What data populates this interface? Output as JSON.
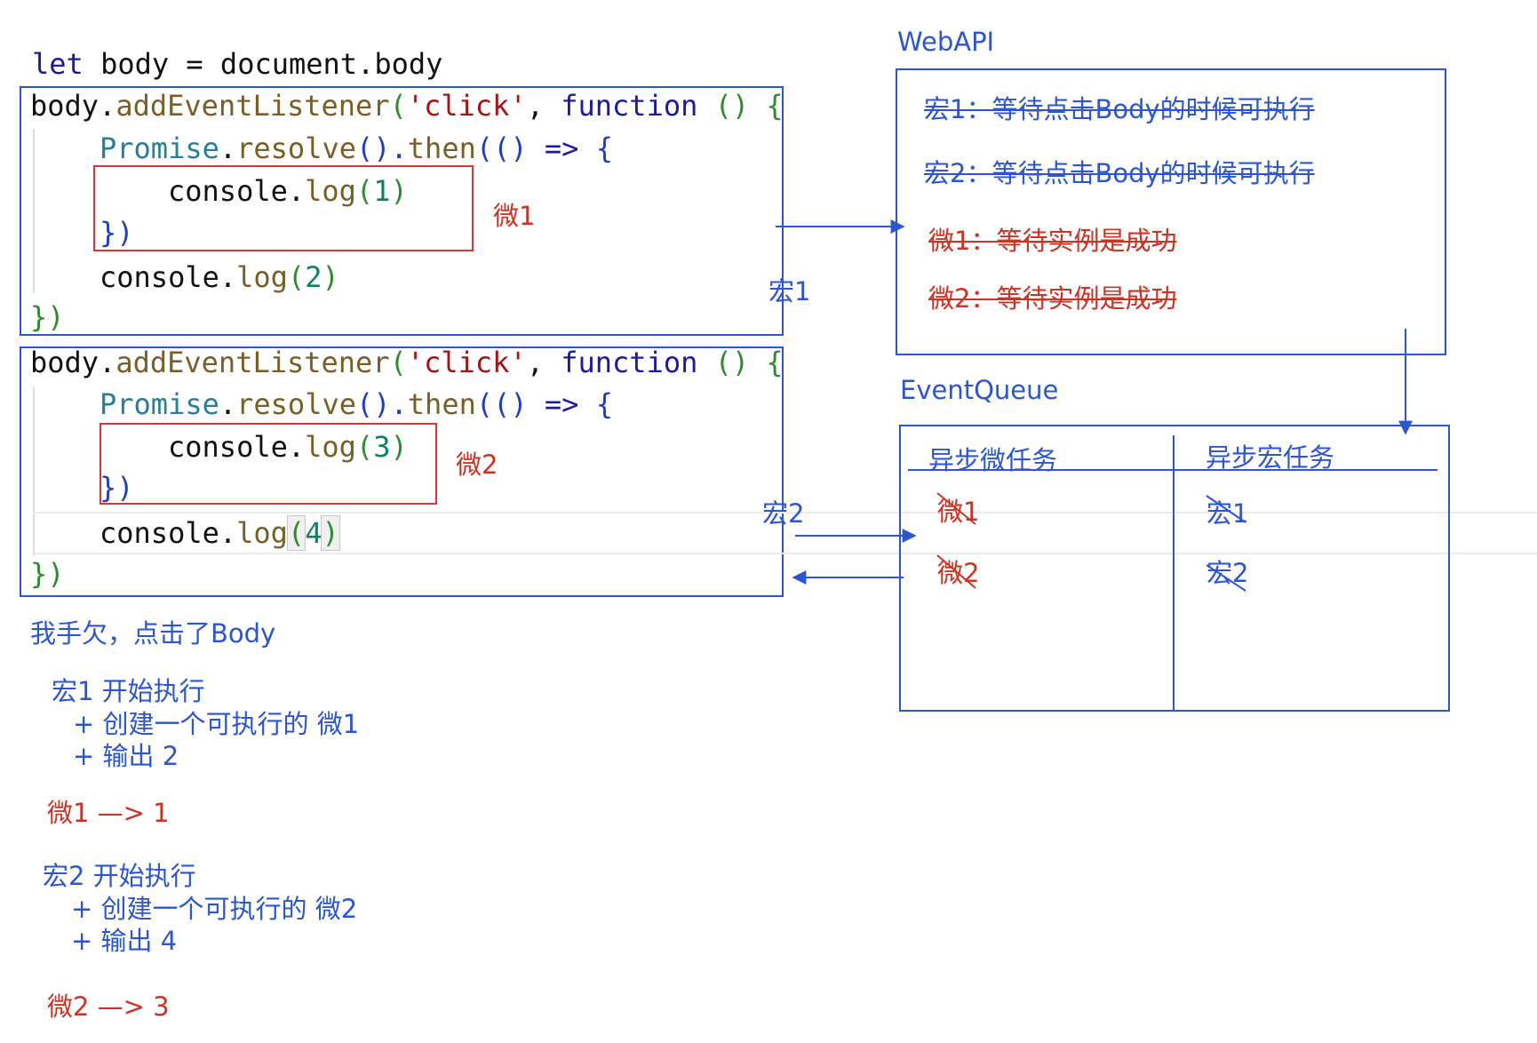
{
  "code": {
    "line0": {
      "let": "let",
      "rest": " body = document.body"
    },
    "listener": {
      "obj": "body",
      "dot": ".",
      "method": "addEventListener",
      "open": "(",
      "event": "'click'",
      "comma": ", ",
      "fnkw": "function",
      "params": " () ",
      "brace": "{"
    },
    "promise": {
      "cls": "Promise",
      "dot": ".",
      "resolve": "resolve",
      "p1": "().",
      "then": "then",
      "p2": "(() ",
      "arrow": "=>",
      "brace": " {"
    },
    "console": "console",
    "log": "log",
    "block1_inner_num": "1",
    "block1_outer_num": "2",
    "block2_inner_num": "3",
    "block2_outer_num": "4",
    "close_inner": "})",
    "close_outer": "})"
  },
  "labels": {
    "wei1": "微1",
    "wei2": "微2",
    "hong1": "宏1",
    "hong2": "宏2"
  },
  "webapi": {
    "title": "WebAPI",
    "items": [
      "宏1：等待点击Body的时候可执行",
      "宏2：等待点击Body的时候可执行",
      "微1：等待实例是成功",
      "微2：等待实例是成功"
    ]
  },
  "eventqueue": {
    "title": "EventQueue",
    "col_micro": "异步微任务",
    "col_macro": "异步宏任务",
    "micro_items": [
      "微1",
      "微2"
    ],
    "macro_items": [
      "宏1",
      "宏2"
    ]
  },
  "notes": {
    "click": "我手欠，点击了Body",
    "m1_start": "宏1 开始执行",
    "m1_a": "+ 创建一个可执行的 微1",
    "m1_b": "+ 输出 2",
    "w1_out": "微1 —> 1",
    "m2_start": "宏2 开始执行",
    "m2_a": "+ 创建一个可执行的 微2",
    "m2_b": "+ 输出 4",
    "w2_out": "微2  —> 3"
  },
  "colors": {
    "blue": "#2a56d6",
    "red": "#cc3322"
  }
}
